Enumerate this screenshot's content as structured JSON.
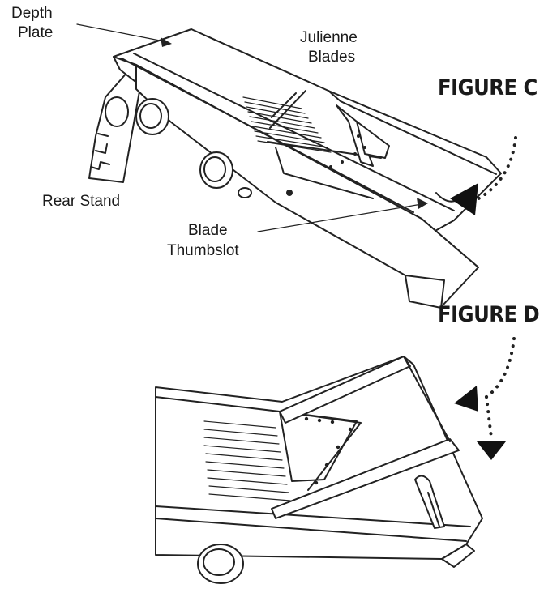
{
  "labels": {
    "depth_plate_line1": "Depth",
    "depth_plate_line2": "Plate",
    "julienne_line1": "Julienne",
    "julienne_line2": "Blades",
    "rear_stand": "Rear Stand",
    "thumbslot_line1": "Blade",
    "thumbslot_line2": "Thumbslot",
    "figure_c": "FIGURE C",
    "figure_d": "FIGURE D"
  }
}
